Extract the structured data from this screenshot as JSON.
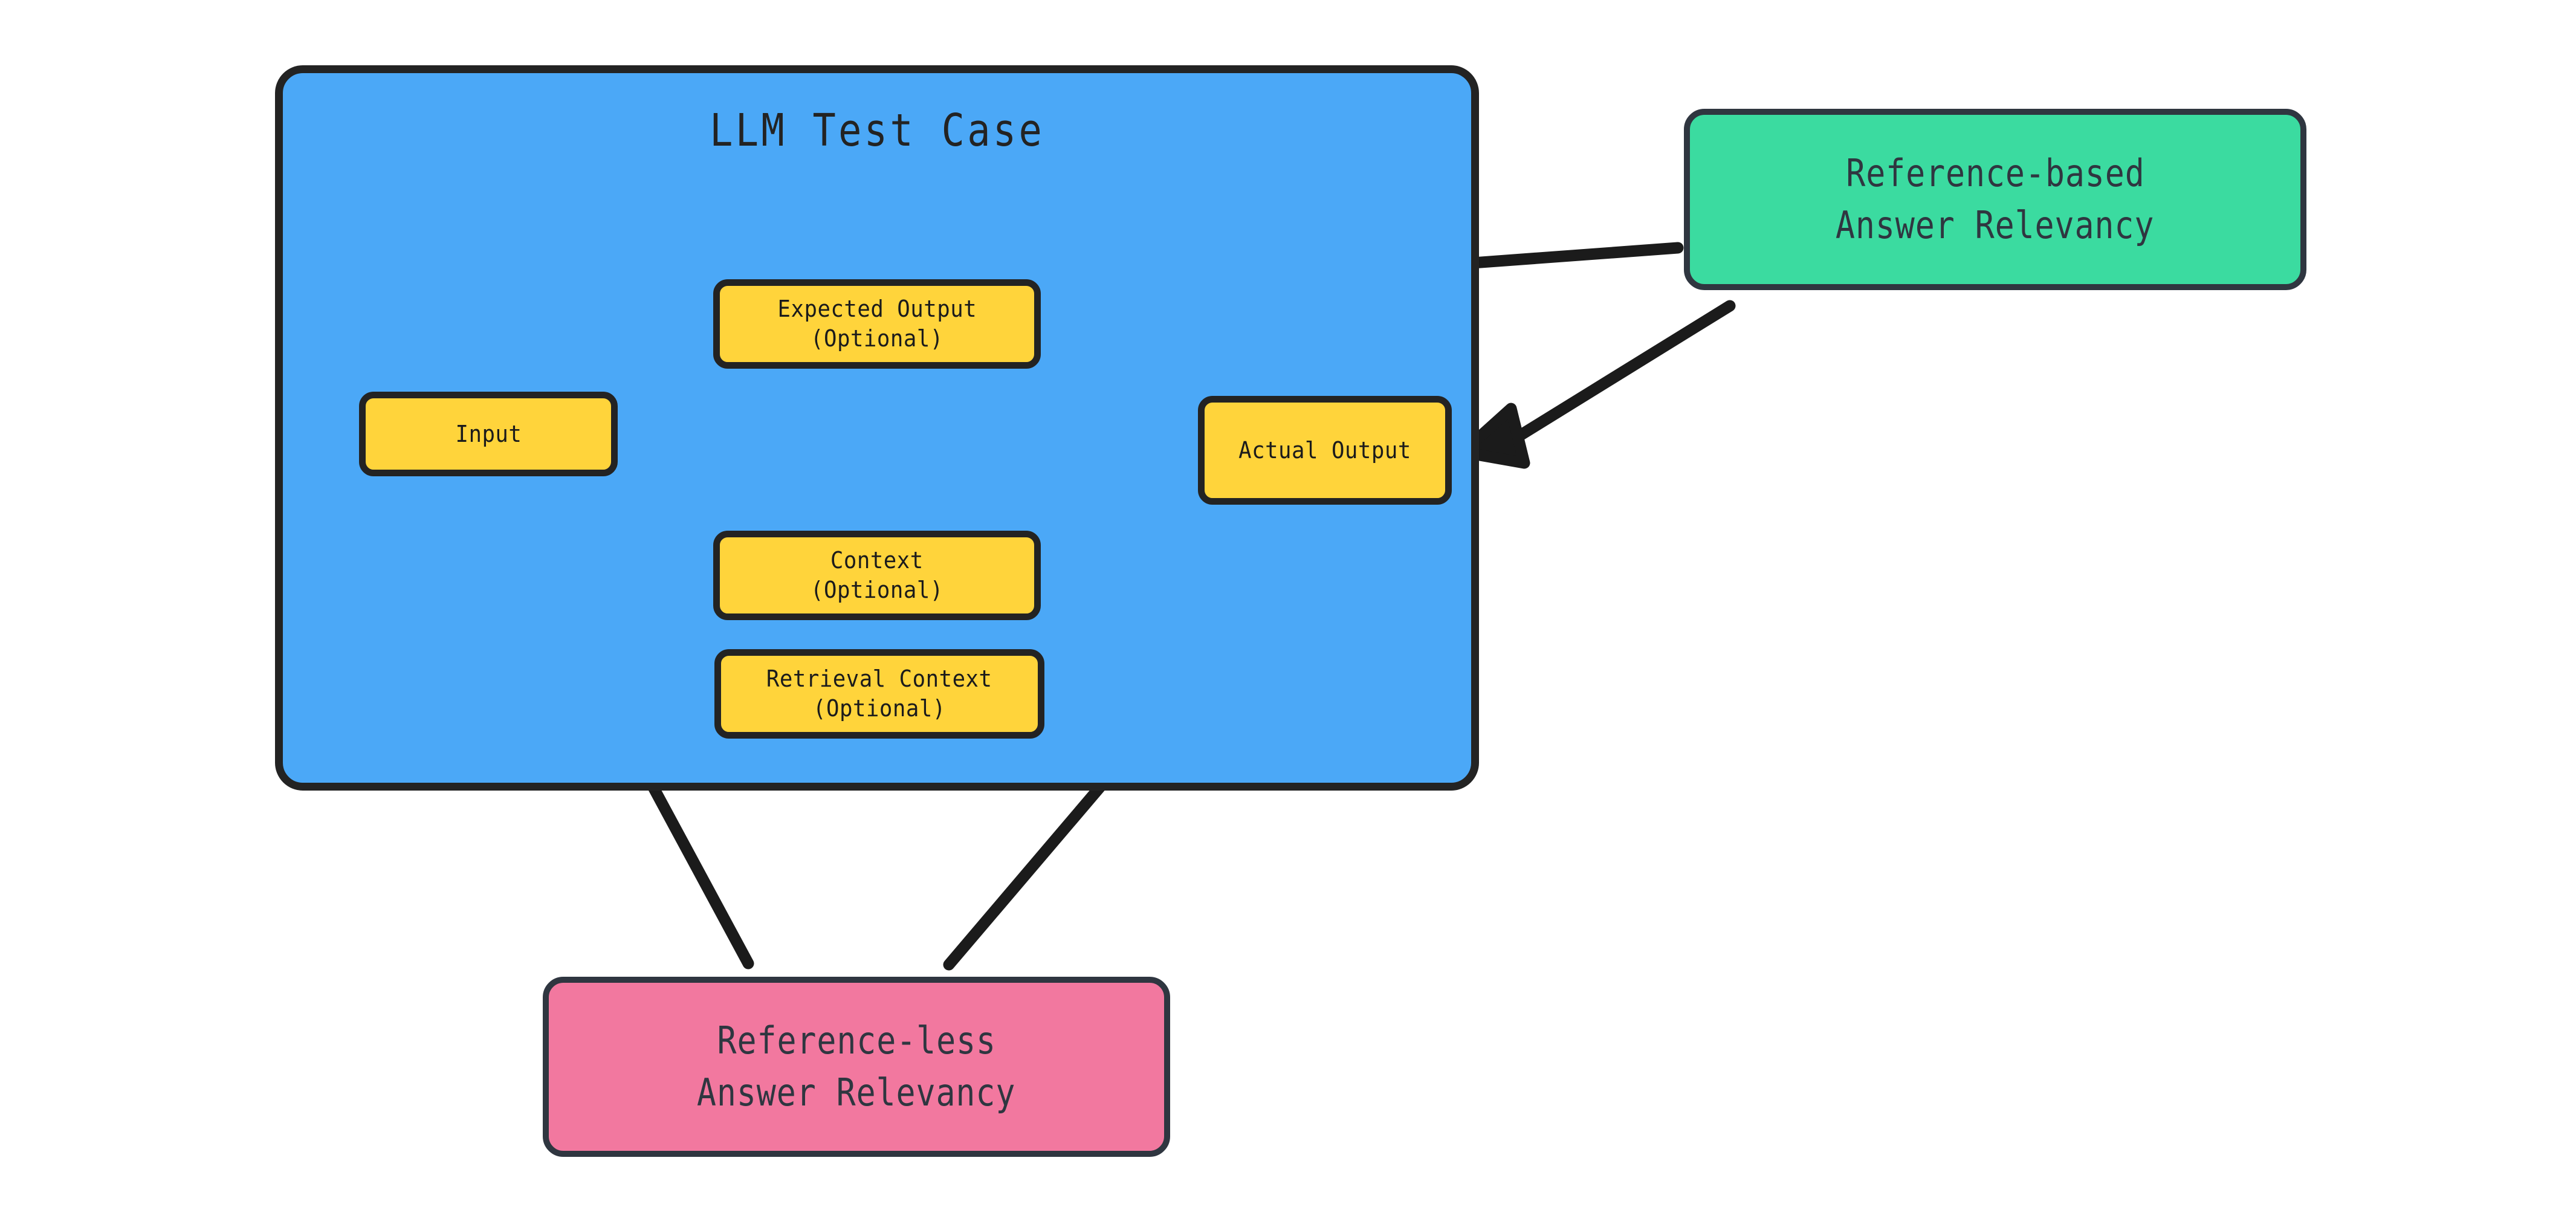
{
  "diagram": {
    "title": "LLM Test Case",
    "background_color": "#ffffff",
    "container_color": "#4BA8F7",
    "field_color": "#FFD43B",
    "stroke_color": "#232323",
    "reference_based_color": "#3BDBA0",
    "reference_less_color": "#F2789F"
  },
  "container": {
    "title": "LLM Test Case"
  },
  "fields": {
    "expected_output": {
      "name": "Expected Output",
      "qualifier": "(Optional)"
    },
    "input": {
      "name": "Input",
      "qualifier": ""
    },
    "actual_output": {
      "name": "Actual Output",
      "qualifier": ""
    },
    "context": {
      "name": "Context",
      "qualifier": "(Optional)"
    },
    "retrieval_context": {
      "name": "Retrieval Context",
      "qualifier": "(Optional)"
    }
  },
  "callouts": {
    "reference_based": {
      "line1": "Reference-based",
      "line2": "Answer Relevancy"
    },
    "reference_less": {
      "line1": "Reference-less",
      "line2": "Answer Relevancy"
    }
  },
  "edges": [
    {
      "name": "input-to-actual-output",
      "style": "thin",
      "from": "input",
      "to": "actual_output"
    },
    {
      "name": "expected-output-to-actual-output",
      "style": "thin-bidirectional",
      "from": "expected_output",
      "to": "actual_output"
    },
    {
      "name": "reference-based-to-expected-output",
      "style": "thick",
      "from": "reference_based",
      "to": "expected_output"
    },
    {
      "name": "reference-based-to-actual-output",
      "style": "thick",
      "from": "reference_based",
      "to": "actual_output"
    },
    {
      "name": "reference-less-to-input",
      "style": "thick",
      "from": "reference_less",
      "to": "input"
    },
    {
      "name": "reference-less-to-actual-output",
      "style": "thick",
      "from": "reference_less",
      "to": "actual_output"
    }
  ]
}
